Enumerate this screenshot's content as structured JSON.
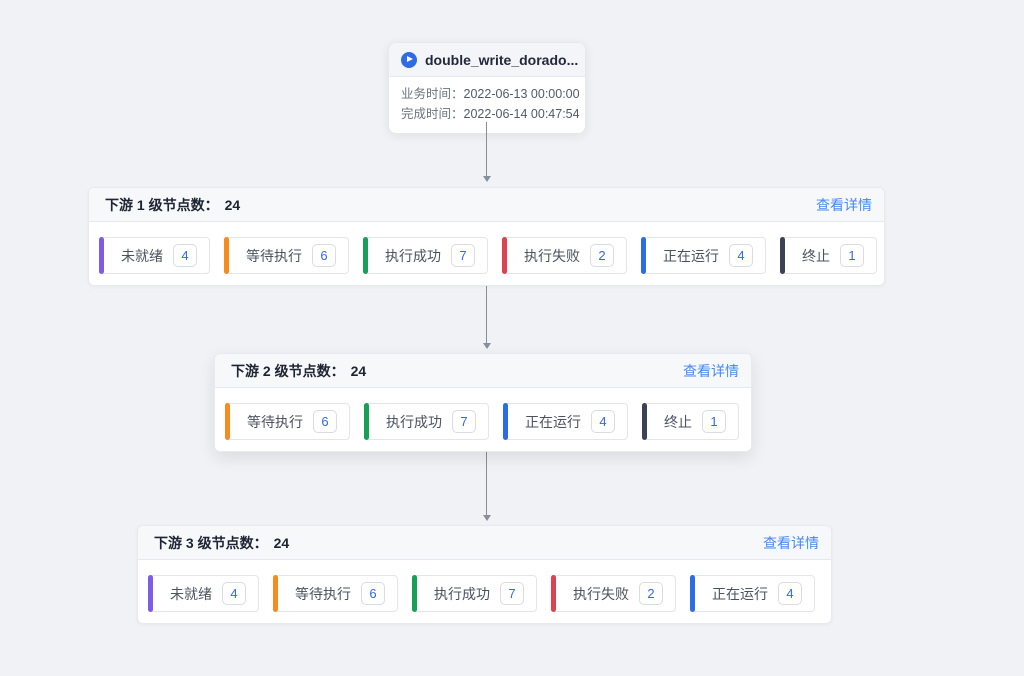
{
  "app": {
    "background": "#f0f2f5"
  },
  "root_node": {
    "icon": "play-icon",
    "title": "double_write_dorado...",
    "fields": [
      {
        "label": "业务时间：",
        "value": "2022-06-13 00:00:00"
      },
      {
        "label": "完成时间：",
        "value": "2022-06-14 00:47:54"
      }
    ]
  },
  "colors": {
    "accent_blue": "#2e6be5",
    "link_blue": "#4787f6",
    "badge_number_blue": "#3467f0",
    "arrow_gray": "#868f9c",
    "status_not_ready": "#7d5ce6",
    "status_waiting": "#f68b1f",
    "status_success": "#18a058",
    "status_failed": "#dd4250",
    "status_running": "#2e6be5",
    "status_terminated": "#3b4254"
  },
  "panels": [
    {
      "title": "下游 1 级节点数：",
      "count": "24",
      "detail_link": "查看详情",
      "statuses": [
        {
          "label": "未就绪",
          "count": "4",
          "color": "#7d5ce6"
        },
        {
          "label": "等待执行",
          "count": "6",
          "color": "#f68b1f"
        },
        {
          "label": "执行成功",
          "count": "7",
          "color": "#18a058"
        },
        {
          "label": "执行失败",
          "count": "2",
          "color": "#dd4250"
        },
        {
          "label": "正在运行",
          "count": "4",
          "color": "#2e6be5"
        },
        {
          "label": "终止",
          "count": "1",
          "color": "#3b4254"
        }
      ]
    },
    {
      "title": "下游 2 级节点数：",
      "count": "24",
      "detail_link": "查看详情",
      "statuses": [
        {
          "label": "等待执行",
          "count": "6",
          "color": "#f68b1f"
        },
        {
          "label": "执行成功",
          "count": "7",
          "color": "#18a058"
        },
        {
          "label": "正在运行",
          "count": "4",
          "color": "#2e6be5"
        },
        {
          "label": "终止",
          "count": "1",
          "color": "#3b4254"
        }
      ]
    },
    {
      "title": "下游 3 级节点数：",
      "count": "24",
      "detail_link": "查看详情",
      "statuses": [
        {
          "label": "未就绪",
          "count": "4",
          "color": "#7d5ce6"
        },
        {
          "label": "等待执行",
          "count": "6",
          "color": "#f68b1f"
        },
        {
          "label": "执行成功",
          "count": "7",
          "color": "#18a058"
        },
        {
          "label": "执行失败",
          "count": "2",
          "color": "#dd4250"
        },
        {
          "label": "正在运行",
          "count": "4",
          "color": "#2e6be5"
        }
      ]
    }
  ]
}
